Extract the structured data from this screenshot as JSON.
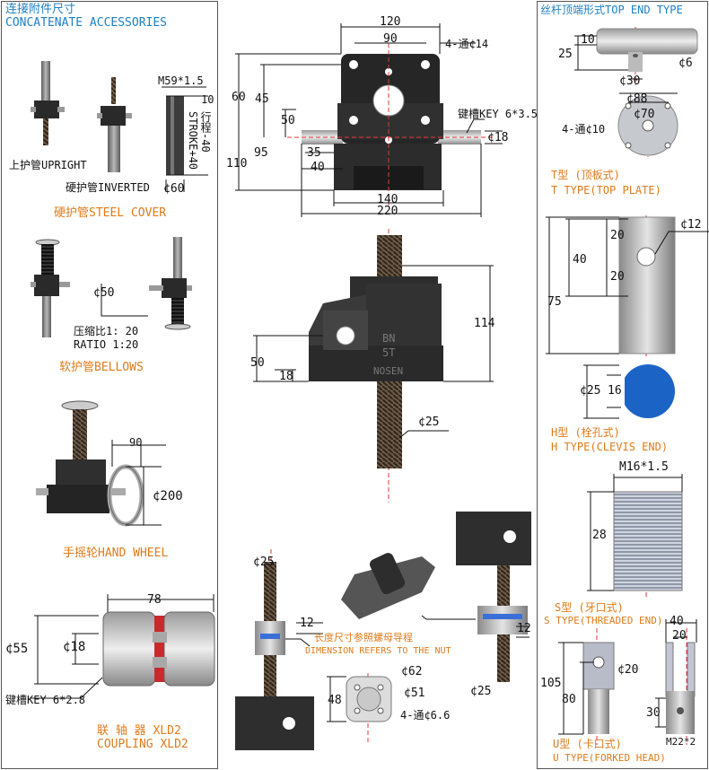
{
  "left": {
    "title_cn": "连接附件尺寸",
    "title_en": "CONCATENATE ACCESSORIES",
    "steel": {
      "m59": "M59*1.5",
      "d10": "10",
      "stroke1": "行程-40",
      "stroke2": "STROKE+40",
      "d60": "¢60",
      "upright": "上护管UPRIGHT",
      "inverted": "硬护管INVERTED",
      "caption": "硬护管STEEL COVER"
    },
    "bellows": {
      "d50": "¢50",
      "ratio_cn": "压缩比1: 20",
      "ratio_en": "RATIO 1:20",
      "caption": "软护管BELLOWS"
    },
    "wheel": {
      "d90": "90",
      "d200": "¢200",
      "caption": "手摇轮HAND WHEEL"
    },
    "coupling": {
      "d78": "78",
      "d55": "¢55",
      "d18": "¢18",
      "key": "键槽KEY 6*2.8",
      "caption1": "联 轴 器 XLD2",
      "caption2": "COUPLING XLD2"
    }
  },
  "middle": {
    "top": {
      "d120": "120",
      "d90": "90",
      "holes": "4-通¢14",
      "d60": "60",
      "d45": "45",
      "d50": "50",
      "key": "键槽KEY 6*3.5",
      "d18": "¢18",
      "d110": "110",
      "d95": "95",
      "d35": "35",
      "d40": "40",
      "d140": "140",
      "d220": "220"
    },
    "side": {
      "d114": "114",
      "d50": "50",
      "d18": "18",
      "d25": "¢25",
      "label1": "BN",
      "label2": "5T",
      "label3": "NOSEN"
    },
    "nut": {
      "d25a": "¢25",
      "d12a": "12",
      "note_cn": "长度尺寸参照螺母导程",
      "note_en": "DIMENSION REFERS TO THE NUT",
      "d62": "¢62",
      "d51": "¢51",
      "d48": "48",
      "holes": "4-通¢6.6",
      "d12b": "12",
      "d25b": "¢25"
    }
  },
  "right": {
    "title": "丝杆顶端形式TOP END TYPE",
    "t": {
      "d10": "10",
      "d25": "25",
      "d6": "¢6",
      "d30": "¢30",
      "d88": "¢88",
      "d70": "¢70",
      "holes": "4-通¢10",
      "cap_cn": "T型 (顶板式)",
      "cap_en": "T TYPE(TOP PLATE)"
    },
    "h": {
      "d20a": "20",
      "d12": "¢12",
      "d40": "40",
      "d20b": "20",
      "d75": "75",
      "d25": "¢25",
      "d16": "16",
      "cap_cn": "H型 (栓孔式)",
      "cap_en": "H TYPE(CLEVIS END)"
    },
    "s": {
      "m16": "M16*1.5",
      "d28": "28",
      "cap_cn": "S型 (牙口式)",
      "cap_en": "S TYPE(THREADED END)"
    },
    "u": {
      "d40": "40",
      "d20a": "20",
      "d105": "105",
      "d80": "80",
      "d20b": "¢20",
      "d30": "30",
      "m22": "M22*2",
      "cap_cn": "U型 (卡口式)",
      "cap_en": "U TYPE(FORKED HEAD)"
    }
  }
}
